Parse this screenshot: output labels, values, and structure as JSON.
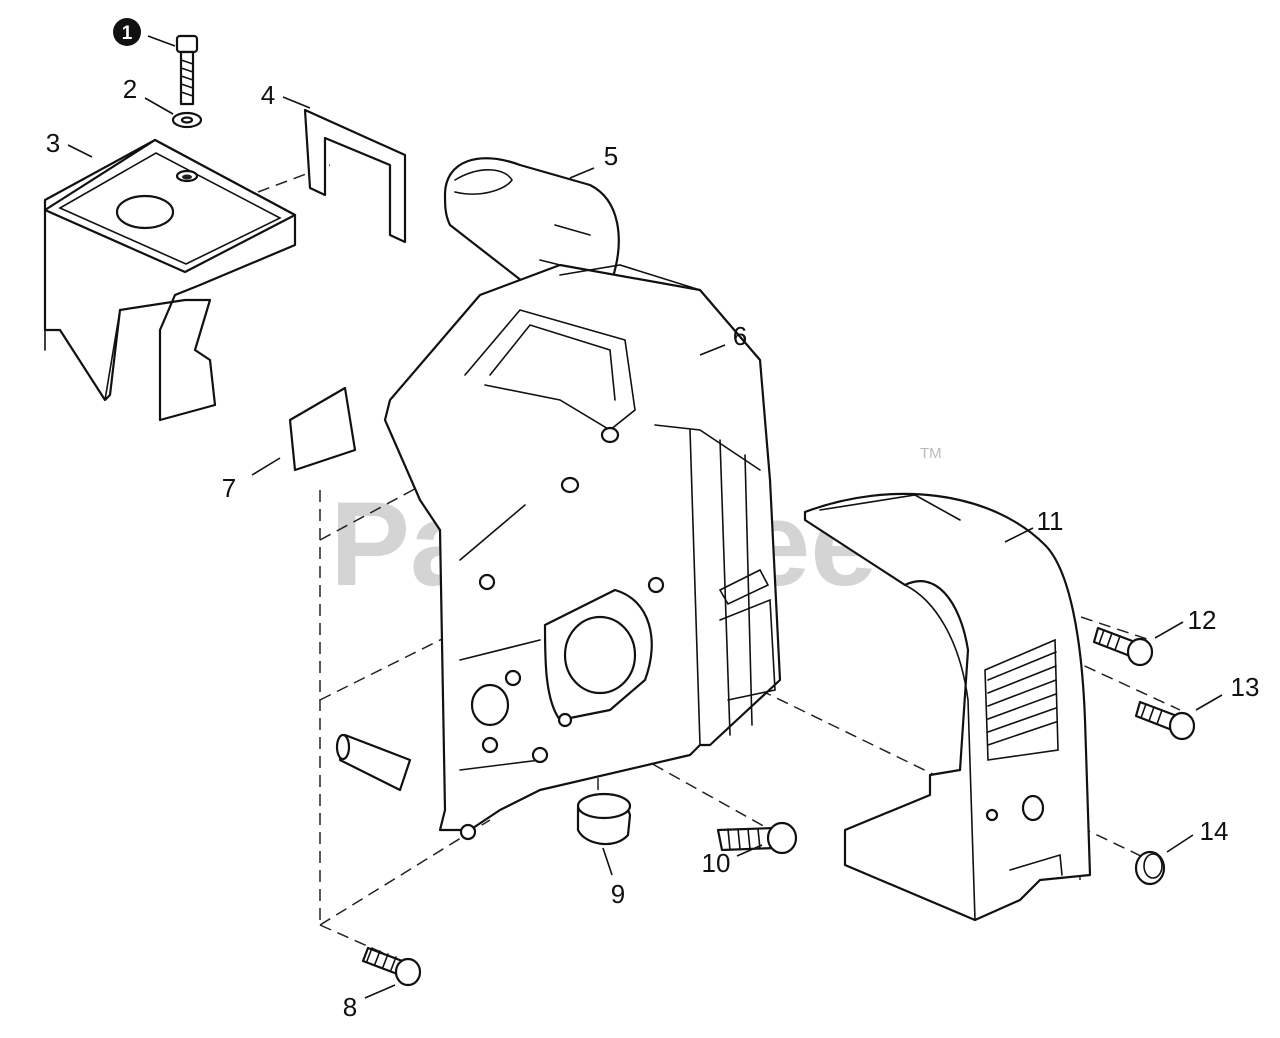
{
  "diagram": {
    "watermark": "PartsTree",
    "trademark": "TM",
    "callouts": [
      {
        "id": "1",
        "text": "1",
        "style": "circled"
      },
      {
        "id": "2",
        "text": "2"
      },
      {
        "id": "3",
        "text": "3"
      },
      {
        "id": "4",
        "text": "4"
      },
      {
        "id": "5",
        "text": "5"
      },
      {
        "id": "6",
        "text": "6"
      },
      {
        "id": "7",
        "text": "7"
      },
      {
        "id": "8",
        "text": "8"
      },
      {
        "id": "9",
        "text": "9"
      },
      {
        "id": "10",
        "text": "10"
      },
      {
        "id": "11",
        "text": "11"
      },
      {
        "id": "12",
        "text": "12"
      },
      {
        "id": "13",
        "text": "13"
      },
      {
        "id": "14",
        "text": "14"
      }
    ],
    "colors": {
      "line": "#111111",
      "watermark": "#d4d4d4",
      "background": "#ffffff"
    }
  }
}
